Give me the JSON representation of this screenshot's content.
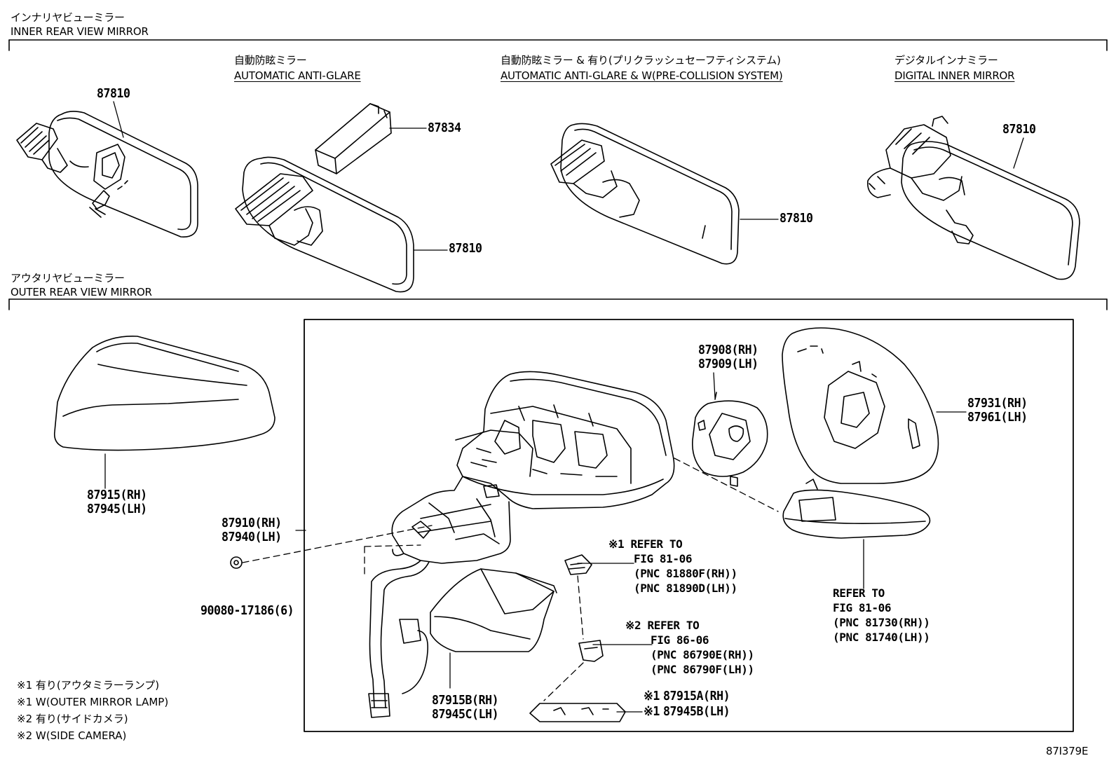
{
  "inner_section": {
    "title_jp": "インナリヤビューミラー",
    "title_en": "INNER REAR VIEW MIRROR",
    "variants": [
      {
        "jp": "自動防眩ミラー",
        "en": "AUTOMATIC ANTI-GLARE"
      },
      {
        "jp": "自動防眩ミラー & 有り(プリクラッシュセーフティシステム)",
        "en": "AUTOMATIC ANTI-GLARE & W(PRE-COLLISION SYSTEM)"
      },
      {
        "jp": "デジタルインナミラー",
        "en": "DIGITAL INNER MIRROR"
      }
    ],
    "parts": {
      "p1": "87810",
      "p2": "87834",
      "p3": "87810",
      "p4": "87810",
      "p5": "87810"
    }
  },
  "outer_section": {
    "title_jp": "アウタリヤビューミラー",
    "title_en": "OUTER REAR VIEW MIRROR",
    "parts": {
      "cover_rh": "87915(RH)",
      "cover_lh": "87945(LH)",
      "assy_rh": "87910(RH)",
      "assy_lh": "87940(LH)",
      "clip": "90080-17186(6)",
      "actuator_rh": "87908(RH)",
      "actuator_lh": "87909(LH)",
      "glass_rh": "87931(RH)",
      "glass_lh": "87961(LH)",
      "lower_cover_rh": "87915B(RH)",
      "lower_cover_lh": "87945C(LH)",
      "lamp_cover_rh": "87915A(RH)",
      "lamp_cover_lh": "87945B(LH)",
      "lamp_cover_mark": "※1"
    },
    "refs": {
      "lamp": [
        "※1 REFER TO",
        "FIG 81-06",
        "(PNC 81880F(RH))",
        "(PNC 81890D(LH))"
      ],
      "camera": [
        "※2 REFER TO",
        "FIG 86-06",
        "(PNC 86790E(RH))",
        "(PNC 86790F(LH))"
      ],
      "turn_signal": [
        "REFER TO",
        "FIG 81-06",
        "(PNC 81730(RH))",
        "(PNC 81740(LH))"
      ]
    }
  },
  "notes": [
    "※1 有り(アウタミラーランプ)",
    "※1 W(OUTER MIRROR LAMP)",
    "※2 有り(サイドカメラ)",
    "※2 W(SIDE CAMERA)"
  ],
  "diagram_id": "87I379E"
}
